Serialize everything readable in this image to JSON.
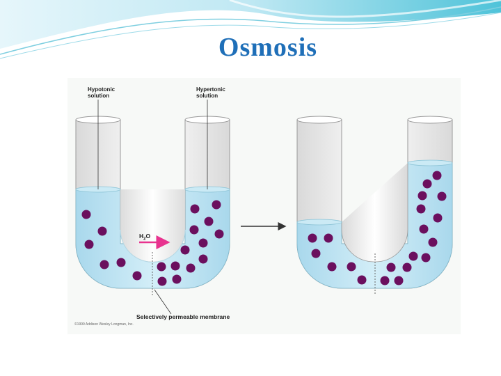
{
  "title": "Osmosis",
  "labels": {
    "hypotonic": "Hypotonic solution",
    "hypertonic": "Hypertonic solution",
    "membrane": "Selectively permeable membrane",
    "water": "H",
    "water_sub": "2",
    "water_end": "O",
    "copyright": "©1999 Addison Wesley Longman, Inc."
  },
  "colors": {
    "title": "#1f6fb8",
    "solution": "#bfe3f2",
    "solute": "#6b0f5e",
    "water_arrow": "#e8338f",
    "header_teal": "#4fc3d9"
  },
  "icons": [
    "process-arrow-icon",
    "water-flow-arrow-icon"
  ]
}
